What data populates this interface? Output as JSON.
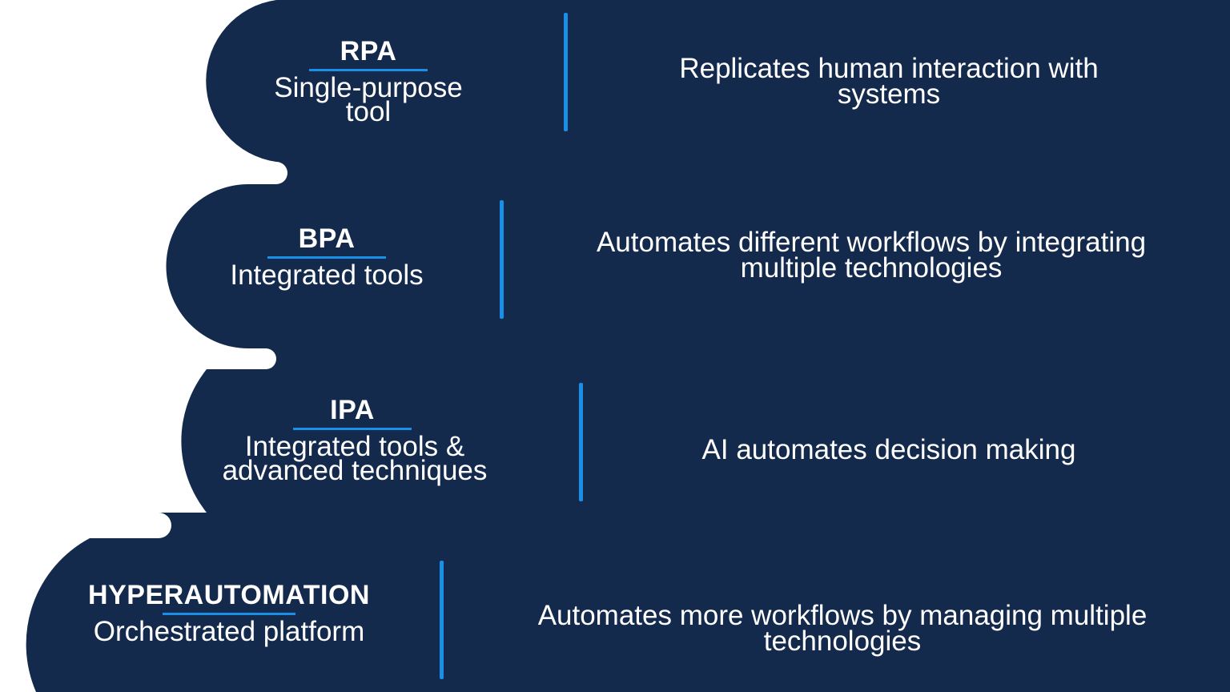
{
  "colors": {
    "background": "#ffffff",
    "shape_fill": "#142a4d",
    "accent_blue": "#1a8fe8",
    "text": "#ffffff"
  },
  "tiers": [
    {
      "acronym": "RPA",
      "subtitle": "Single-purpose tool",
      "description": "Replicates human interaction with systems"
    },
    {
      "acronym": "BPA",
      "subtitle": "Integrated tools",
      "description": "Automates different workflows by integrating multiple technologies"
    },
    {
      "acronym": "IPA",
      "subtitle": "Integrated tools & advanced techniques",
      "description": "AI automates decision making"
    },
    {
      "acronym": "HYPERAUTOMATION",
      "subtitle": "Orchestrated platform",
      "description": "Automates more workflows by managing multiple technologies"
    }
  ]
}
